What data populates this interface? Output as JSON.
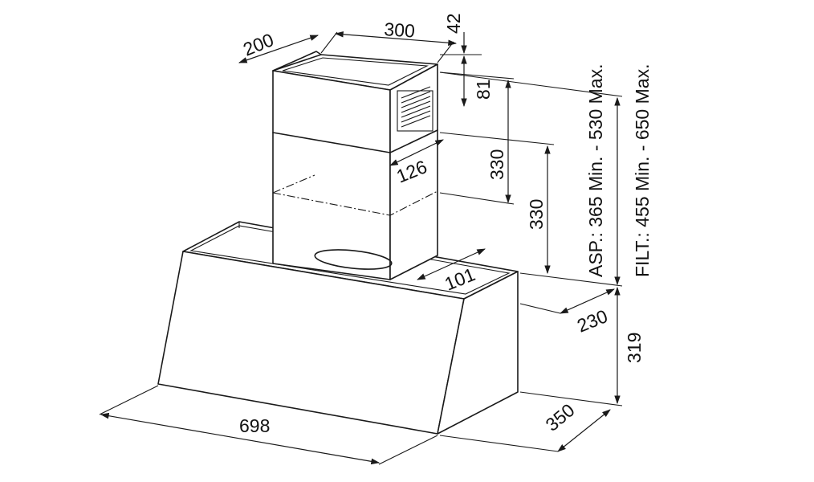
{
  "dimensions": {
    "hood_width": "698",
    "hood_depth": "350",
    "hood_height": "319",
    "chimney_width": "300",
    "chimney_depth": "200",
    "chimney_top": "42",
    "bracket": "81",
    "upper_chimney": "330",
    "lower_chimney": "330",
    "vent_offset": "126",
    "outlet_offset": "101",
    "wall_offset": "230"
  },
  "notes": {
    "asp": "ASP.: 365 Min. - 530 Max.",
    "filt": "FILT.: 455 Min. - 650 Max."
  },
  "colors": {
    "line": "#1a1a1a",
    "background": "#ffffff"
  }
}
